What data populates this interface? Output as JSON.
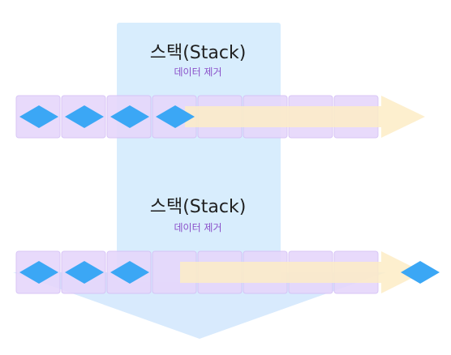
{
  "stages": [
    {
      "title": "스택(Stack)",
      "subtitle": "데이터 제거",
      "cells": 8,
      "items_in_stack": 4,
      "items_popped": 0
    },
    {
      "title": "스택(Stack)",
      "subtitle": "데이터 제거",
      "cells": 8,
      "items_in_stack": 3,
      "items_popped": 1
    }
  ],
  "colors": {
    "stack_panel": "#d6ecfd",
    "flow_arrow": "#d8eafd",
    "cell_fill": "#e6d7fb",
    "cell_stroke": "#d4c0f6",
    "item": "#3ba7f5",
    "push_arrow": "#fdecc6",
    "title": "#1f1f1f",
    "subtitle": "#8a4fc9"
  }
}
